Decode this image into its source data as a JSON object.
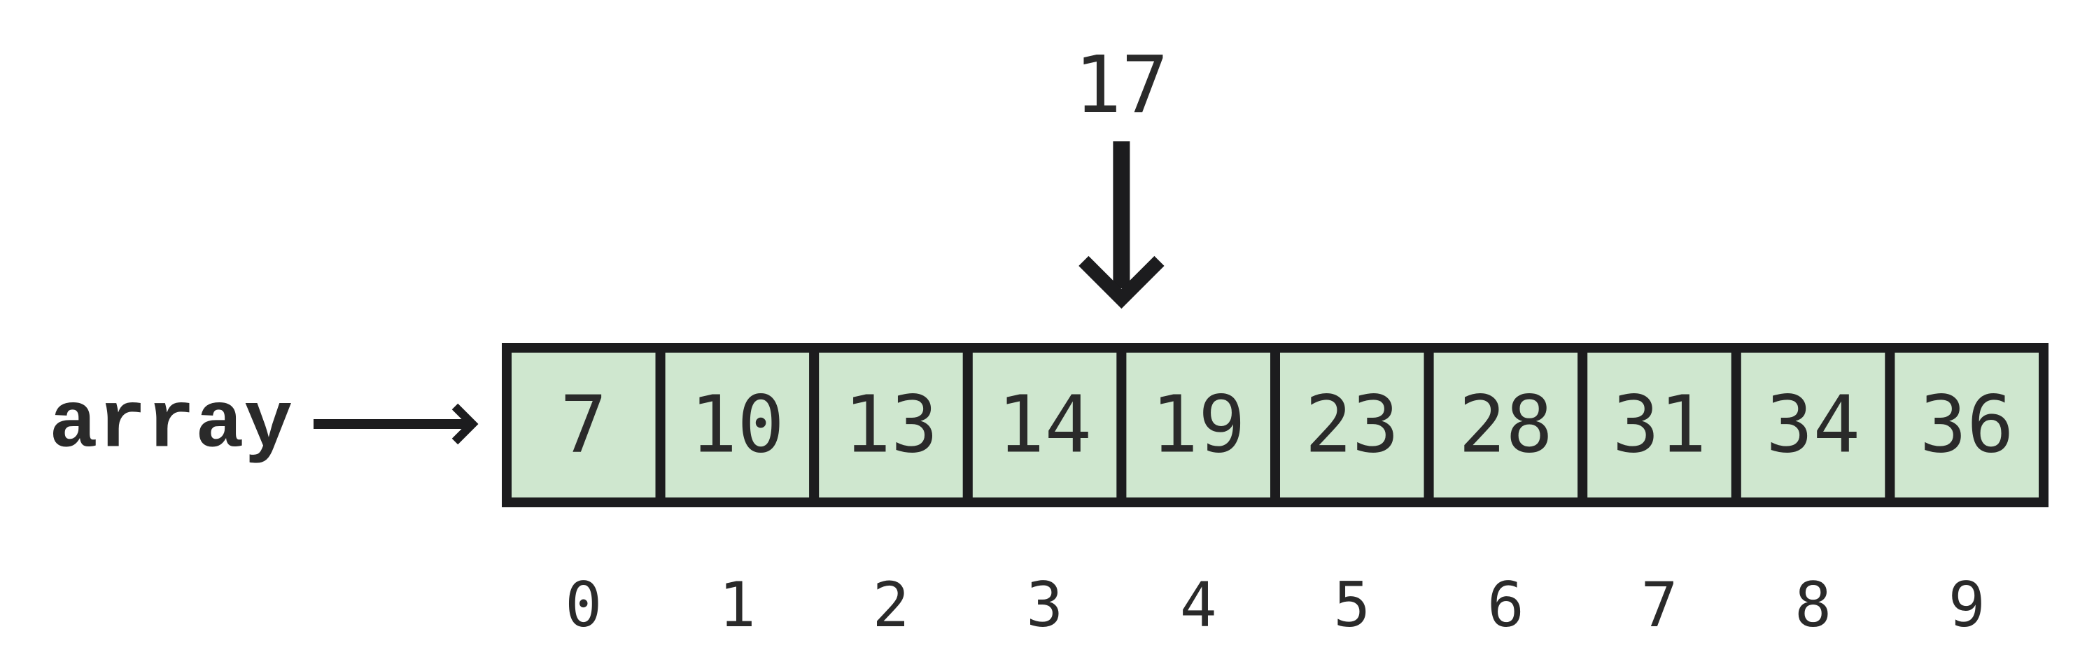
{
  "diagram": {
    "array_label": "array",
    "search_value": "17",
    "insert_between_index": 3,
    "cells": [
      "7",
      "10",
      "13",
      "14",
      "19",
      "23",
      "28",
      "31",
      "34",
      "36"
    ],
    "indices": [
      "0",
      "1",
      "2",
      "3",
      "4",
      "5",
      "6",
      "7",
      "8",
      "9"
    ],
    "colors": {
      "cell_fill": "#cfe7cf",
      "stroke": "#1c1c1e",
      "text": "#2a2a2a"
    }
  }
}
